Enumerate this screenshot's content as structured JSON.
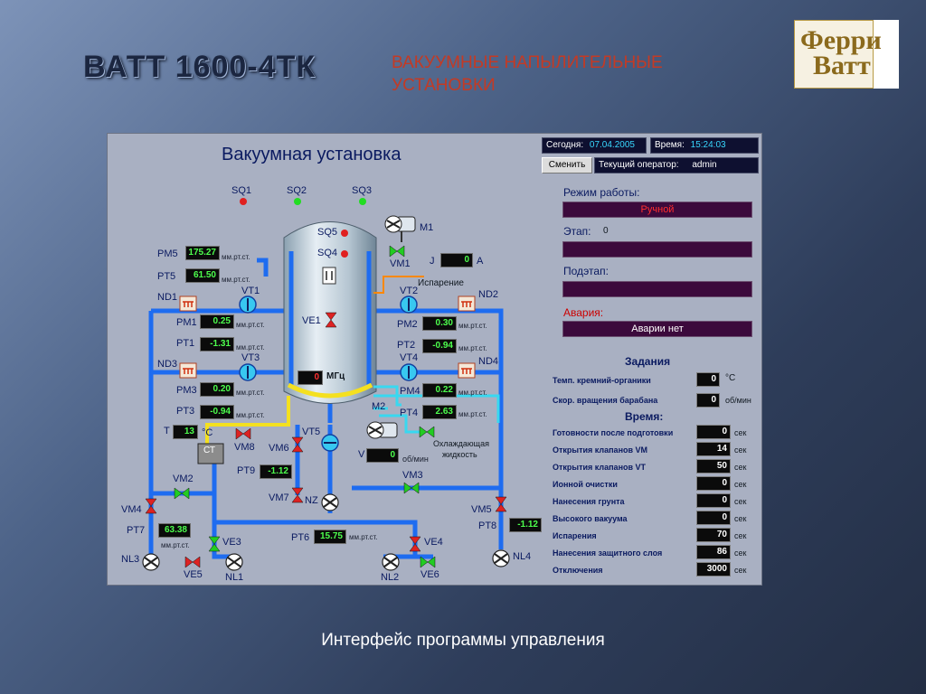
{
  "slide": {
    "title": "ВАТТ 1600-4ТК",
    "subtitle": "ВАКУУМНЫЕ НАПЫЛИТЕЛЬНЫЕ УСТАНОВКИ",
    "logo_line1": "Ферри",
    "logo_line2": "Ватт",
    "caption": "Интерфейс программы управления"
  },
  "app": {
    "title": "Вакуумная установка",
    "today_label": "Сегодня:",
    "today_value": "07.04.2005",
    "time_label": "Время:",
    "time_value": "15:24:03",
    "change_button": "Сменить",
    "operator_label": "Текущий оператор:",
    "operator_value": "admin"
  },
  "status": {
    "mode_label": "Режим работы:",
    "mode_value": "Ручной",
    "stage_label": "Этап:",
    "stage_value": "0",
    "substage_label": "Подэтап:",
    "alarm_label": "Авария:",
    "alarm_value": "Аварии нет"
  },
  "tasks": {
    "header": "Задания",
    "silicon_temp_label": "Темп. кремний-органики",
    "silicon_temp_value": "0",
    "silicon_temp_unit": "°С",
    "drum_speed_label": "Скор. вращения барабана",
    "drum_speed_value": "0",
    "drum_speed_unit": "об/мин",
    "time_header": "Время:",
    "unit_sec": "сек",
    "rows": [
      {
        "label": "Готовности после подготовки",
        "value": "0"
      },
      {
        "label": "Открытия клапанов VM",
        "value": "14"
      },
      {
        "label": "Открытия клапанов VT",
        "value": "50"
      },
      {
        "label": "Ионной очистки",
        "value": "0"
      },
      {
        "label": "Нанесения грунта",
        "value": "0"
      },
      {
        "label": "Высокого вакуума",
        "value": "0"
      },
      {
        "label": "Испарения",
        "value": "70"
      },
      {
        "label": "Нанесения защитного слоя",
        "value": "86"
      },
      {
        "label": "Отключения",
        "value": "3000"
      }
    ]
  },
  "diagram": {
    "unit_mmhg": "мм.рт.ст.",
    "sensors": {
      "sq1": "SQ1",
      "sq2": "SQ2",
      "sq3": "SQ3",
      "sq5": "SQ5",
      "sq4": "SQ4",
      "sq1_color": "#e02020",
      "sq2_color": "#22dd22",
      "sq3_color": "#22dd22",
      "sq5_color": "#e02020",
      "sq4_color": "#e02020"
    },
    "pm5_label": "PM5",
    "pm5_value": "175.27",
    "pt5_label": "PT5",
    "pt5_value": "61.50",
    "nd1_label": "ND1",
    "nd2_label": "ND2",
    "nd3_label": "ND3",
    "nd4_label": "ND4",
    "vt1_label": "VT1",
    "vt2_label": "VT2",
    "vt3_label": "VT3",
    "vt4_label": "VT4",
    "pm1_label": "PM1",
    "pm1_value": "0.25",
    "pt1_label": "PT1",
    "pt1_value": "-1.31",
    "pm3_label": "PM3",
    "pm3_value": "0.20",
    "pt3_label": "PT3",
    "pt3_value": "-0.94",
    "pm2_label": "PM2",
    "pm2_value": "0.30",
    "pt2_label": "PT2",
    "pt2_value": "-0.94",
    "pm4_label": "PM4",
    "pm4_value": "0.22",
    "pt4_label": "PT4",
    "pt4_value": "2.63",
    "ve1_label": "VE1",
    "mhz_value": "0",
    "mhz_unit": "МГц",
    "m1_label": "M1",
    "vm1_label": "VM1",
    "j_label": "J",
    "j_value": "0",
    "j_unit": "А",
    "evaporation_label": "Испарение",
    "m2_label": "M2",
    "v_label": "V",
    "v_value": "0",
    "v_unit": "об/мин",
    "cooling_label_1": "Охлаждающая",
    "cooling_label_2": "жидкость",
    "t_label": "T",
    "t_value": "13",
    "t_unit": "°С",
    "ct_label": "СТ",
    "vm8_label": "VM8",
    "vm6_label": "VM6",
    "vt5_label": "VT5",
    "pt9_label": "PT9",
    "pt9_value": "-1.12",
    "vm7_label": "VM7",
    "nz_label": "NZ",
    "vm2_label": "VM2",
    "vm3_label": "VM3",
    "vm4_label": "VM4",
    "vm5_label": "VM5",
    "pt7_label": "PT7",
    "pt7_value": "63.38",
    "pt8_label": "PT8",
    "pt8_value": "-1.12",
    "pt6_label": "PT6",
    "pt6_value": "15.75",
    "ve3_label": "VE3",
    "ve4_label": "VE4",
    "ve5_label": "VE5",
    "ve6_label": "VE6",
    "nl1_label": "NL1",
    "nl2_label": "NL2",
    "nl3_label": "NL3",
    "nl4_label": "NL4"
  },
  "colors": {
    "pipe_blue": "#1e6cf0",
    "pipe_yellow": "#f4e020",
    "pipe_cyan": "#38d8f0",
    "pipe_orange": "#ff8800",
    "valve_open": "#22cc22",
    "valve_closed": "#dd2222"
  }
}
